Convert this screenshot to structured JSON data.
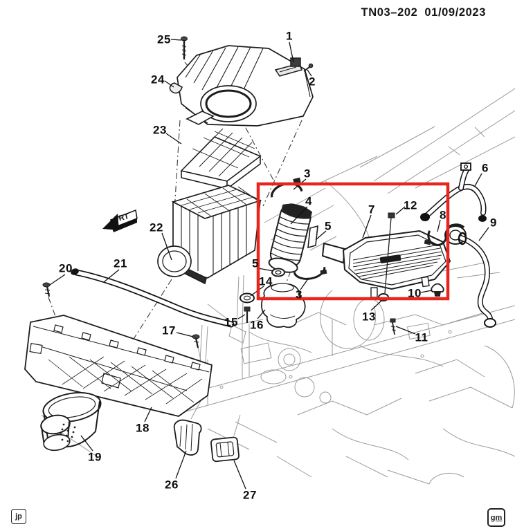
{
  "header": {
    "doc_ref": "TN03–202",
    "date": "01/09/2023"
  },
  "diagram": {
    "frt_label": "FRT",
    "highlight_color": "#e8251d",
    "callouts": {
      "c1": "1",
      "c2": "2",
      "c3_top": "3",
      "c3_bottom": "3",
      "c4": "4",
      "c5_bracket": "5",
      "c5_washer": "5",
      "c6": "6",
      "c7": "7",
      "c8": "8",
      "c9": "9",
      "c10": "10",
      "c11": "11",
      "c12": "12",
      "c13": "13",
      "c14": "14",
      "c15": "15",
      "c16": "16",
      "c17": "17",
      "c18": "18",
      "c19": "19",
      "c20": "20",
      "c21": "21",
      "c22": "22",
      "c23": "23",
      "c24": "24",
      "c25": "25",
      "c26": "26",
      "c27": "27"
    }
  },
  "footer": {
    "left_mark": "jp",
    "right_mark": "gm"
  }
}
